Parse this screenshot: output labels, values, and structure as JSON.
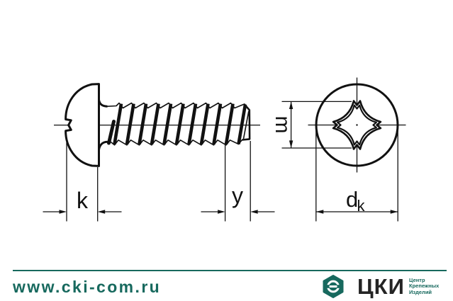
{
  "drawing": {
    "title": "pan-head-self-tapping-screw-technical-drawing",
    "dimension_labels": {
      "head_height": "k",
      "point_length": "y",
      "recess_size": "m",
      "head_diameter_main": "d",
      "head_diameter_sub": "k"
    }
  },
  "footer": {
    "website": "www.cki-com.ru",
    "logo": {
      "abbr": "ЦКИ",
      "tagline_line1": "Центр",
      "tagline_line2": "Крепежных",
      "tagline_line3": "Изделий"
    }
  },
  "colors": {
    "accent_teal": "#17695e",
    "drawing_ink": "#111111",
    "logo_text": "#242424"
  }
}
